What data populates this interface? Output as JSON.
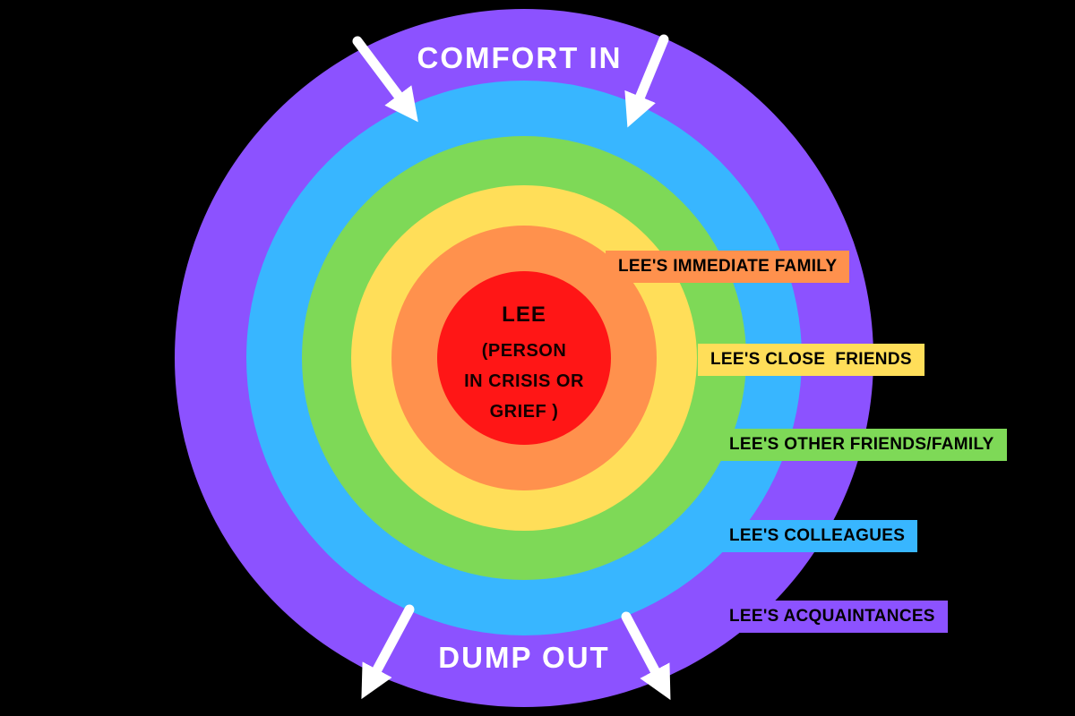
{
  "top_label": "COMFORT IN",
  "bottom_label": "DUMP OUT",
  "center_circle": {
    "color": "#ff1616",
    "line1": "LEE",
    "line2": "(PERSON",
    "line3": "IN CRISIS OR",
    "line4": "GRIEF )"
  },
  "rings": [
    {
      "id": "immediate-family",
      "label": "LEE'S IMMEDIATE FAMILY",
      "color": "#ff914d"
    },
    {
      "id": "close-friends",
      "label": "LEE'S CLOSE  FRIENDS",
      "color": "#ffde59"
    },
    {
      "id": "other-friends-family",
      "label": "LEE'S OTHER FRIENDS/FAMILY",
      "color": "#7ed957"
    },
    {
      "id": "colleagues",
      "label": "LEE'S COLLEAGUES",
      "color": "#38b6ff"
    },
    {
      "id": "acquaintances",
      "label": "LEE'S ACQUAINTANCES",
      "color": "#8c52ff"
    }
  ],
  "colors": {
    "background": "#000000",
    "arrow": "#ffffff",
    "flow_text": "#ffffff",
    "label_text": "#000000"
  },
  "icons": {
    "comfort_in_arrows": "two white arrows pointing inward at top",
    "dump_out_arrows": "two white arrows pointing outward at bottom"
  }
}
